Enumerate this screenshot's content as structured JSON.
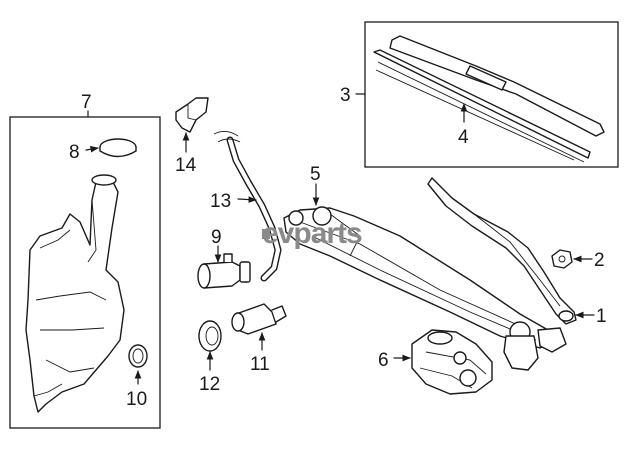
{
  "diagram": {
    "watermark": "evparts",
    "colors": {
      "line": "#1a1a1a",
      "background": "#ffffff",
      "watermark": "#8a8a8a"
    },
    "callouts": [
      {
        "id": "1",
        "label": "1"
      },
      {
        "id": "2",
        "label": "2"
      },
      {
        "id": "3",
        "label": "3"
      },
      {
        "id": "4",
        "label": "4"
      },
      {
        "id": "5",
        "label": "5"
      },
      {
        "id": "6",
        "label": "6"
      },
      {
        "id": "7",
        "label": "7"
      },
      {
        "id": "8",
        "label": "8"
      },
      {
        "id": "9",
        "label": "9"
      },
      {
        "id": "10",
        "label": "10"
      },
      {
        "id": "11",
        "label": "11"
      },
      {
        "id": "12",
        "label": "12"
      },
      {
        "id": "13",
        "label": "13"
      },
      {
        "id": "14",
        "label": "14"
      }
    ]
  }
}
